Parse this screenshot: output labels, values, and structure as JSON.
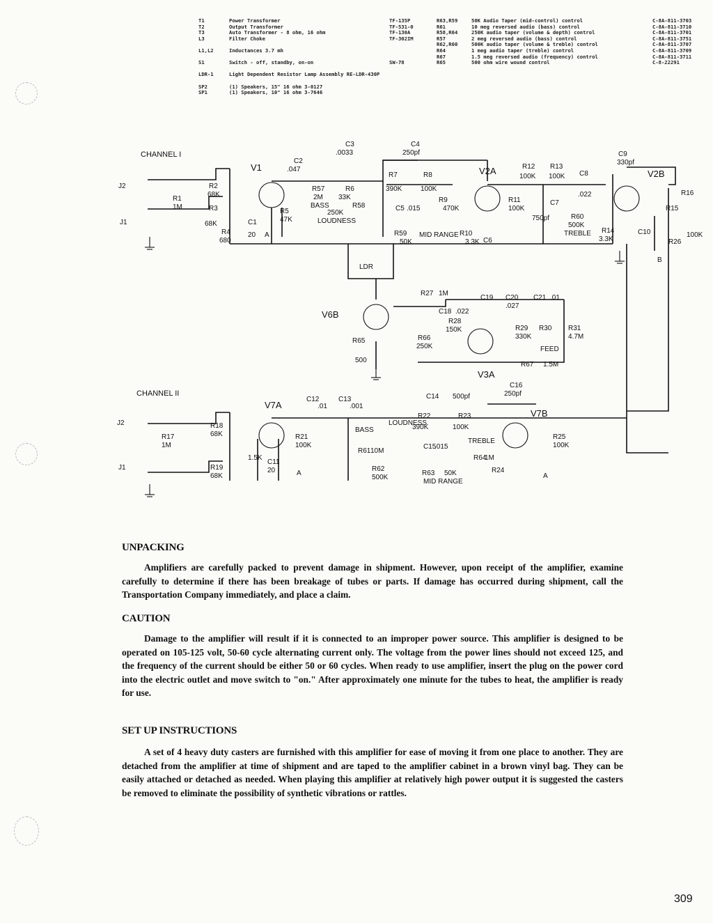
{
  "parts_list": {
    "left": [
      {
        "ref": "T1",
        "desc": "Power Transformer",
        "part": "TF-135P"
      },
      {
        "ref": "T2",
        "desc": "Output Transformer",
        "part": "TF-531-0"
      },
      {
        "ref": "T3",
        "desc": "Auto Transformer - 8 ohm, 16 ohm",
        "part": "TF-130A"
      },
      {
        "ref": "L3",
        "desc": "Filter Choke",
        "part": "TF-302IM"
      },
      {
        "ref": "",
        "desc": "",
        "part": ""
      },
      {
        "ref": "L1,L2",
        "desc": "Inductances   3.7 mh",
        "part": ""
      },
      {
        "ref": "",
        "desc": "",
        "part": ""
      },
      {
        "ref": "S1",
        "desc": "Switch - off, standby, on-on",
        "part": "SW-78"
      },
      {
        "ref": "",
        "desc": "",
        "part": ""
      },
      {
        "ref": "LDR-1",
        "desc": "Light Dependent Resistor Lamp Assembly RE-LDR-430P",
        "part": ""
      },
      {
        "ref": "",
        "desc": "",
        "part": ""
      },
      {
        "ref": "SP2",
        "desc": "(1)  Speakers, 15\" 16 ohm 3-0127",
        "part": ""
      },
      {
        "ref": "SP1",
        "desc": "(1)  Speakers, 10\" 16 ohm 3-7646",
        "part": ""
      }
    ],
    "right": [
      {
        "ref": "R63,R59",
        "desc": "50K Audio Taper (mid-control) control",
        "part": "C-8A-811-3703"
      },
      {
        "ref": "R61",
        "desc": "10 meg reversed audio (bass) control",
        "part": "C-8A-811-3710"
      },
      {
        "ref": "R58,R64",
        "desc": "250K audio taper (volume & depth) control",
        "part": "C-8A-811-3701"
      },
      {
        "ref": "R57",
        "desc": "2 meg reversed audio (bass) control",
        "part": "C-8A-811-3751"
      },
      {
        "ref": "R62,R60",
        "desc": "500K audio taper (volume & treble) control",
        "part": "C-8A-811-3707"
      },
      {
        "ref": "R64",
        "desc": "1 meg audio taper (treble) control",
        "part": "C-8A-811-3709"
      },
      {
        "ref": "R67",
        "desc": "1.5 meg reversed audio (frequency) control",
        "part": "C-8A-811-3711"
      },
      {
        "ref": "R65",
        "desc": "500 ohm wire wound control",
        "part": "C-8-22291"
      }
    ]
  },
  "schematic": {
    "channel_1": "CHANNEL  I",
    "channel_2": "CHANNEL  II",
    "labels": [
      "J2",
      "J1",
      "R2",
      "68K",
      "R1",
      "1M",
      "R3",
      "68K",
      "R4",
      "680",
      "V1",
      "C2",
      ".047",
      "R5",
      "47K",
      "C1",
      "20",
      "A",
      "C3",
      ".0033",
      "R57",
      "2M",
      "BASS",
      "R6",
      "33K",
      "R58",
      "250K",
      "LOUDNESS",
      "C4",
      "250pf",
      "R7",
      "390K",
      "R8",
      "100K",
      "C5",
      ".015",
      "R59",
      "50K",
      "MID RANGE",
      "R9",
      "470K",
      "V2A",
      "R10",
      "3.3K",
      "C6",
      "R11",
      "100K",
      "R12",
      "100K",
      "R13",
      "100K",
      "C8",
      ".022",
      "C7",
      "750pf",
      "R60",
      "500K",
      "TREBLE",
      "R14",
      "3.3K",
      "C9",
      "330pf",
      "V2B",
      "R15",
      "R16",
      "R26",
      "100K",
      "C10",
      "B",
      "LDR",
      "V6B",
      "R65",
      "500",
      "R27",
      "1M",
      "C19",
      "C20",
      ".027",
      "C21",
      ".01",
      "C18",
      ".022",
      "R28",
      "150K",
      "R66",
      "250K",
      "R29",
      "330K",
      "R30",
      "FEED",
      "R31",
      "4.7M",
      "R67",
      "1.5M",
      "V3A",
      "J2",
      "J1",
      "R18",
      "68K",
      "R17",
      "1M",
      "R19",
      "68K",
      "V7A",
      "C12",
      ".01",
      "C13",
      ".001",
      "BASS",
      "R61",
      "10M",
      "LOUDNESS",
      "R62",
      "500K",
      "C11",
      "20",
      "R21",
      "100K",
      "1.5K",
      "A",
      "C14",
      "500pf",
      "R22",
      "390K",
      "R23",
      "100K",
      "C15",
      ".015",
      "TREBLE",
      "R64",
      "1M",
      "R63",
      "50K",
      "MID RANGE",
      "R24",
      "C16",
      "250pf",
      "V7B",
      "R25",
      "100K",
      "A"
    ]
  },
  "sections": [
    {
      "heading": "UNPACKING",
      "text": "Amplifiers are carefully packed to prevent damage in shipment. However, upon receipt of the amplifier, examine carefully to determine if there has been breakage of tubes or parts. If damage has occurred during shipment, call the Transportation Company immediately, and place a claim."
    },
    {
      "heading": "CAUTION",
      "text": "Damage to the amplifier will result if it is connected to an improper power source. This amplifier is designed to be operated on 105-125 volt, 50-60 cycle alternating current only. The voltage from the power lines should not exceed 125, and the frequency of the current should be either 50 or 60 cycles. When ready to use amplifier, insert the plug on the power cord into the electric outlet and move switch to \"on.\" After approximately one minute for the tubes to heat, the amplifier is ready for use."
    },
    {
      "heading": "SET UP INSTRUCTIONS",
      "text": "A set of 4 heavy duty casters are furnished with this amplifier for ease of moving it from one place to another. They are detached from the amplifier at time of shipment and are taped to the amplifier cabinet in a brown vinyl bag. They can be easily attached or detached as needed. When playing this amplifier at relatively high power output it is suggested the casters be removed to eliminate the possibility of synthetic vibrations or rattles."
    }
  ],
  "page_number": "309"
}
